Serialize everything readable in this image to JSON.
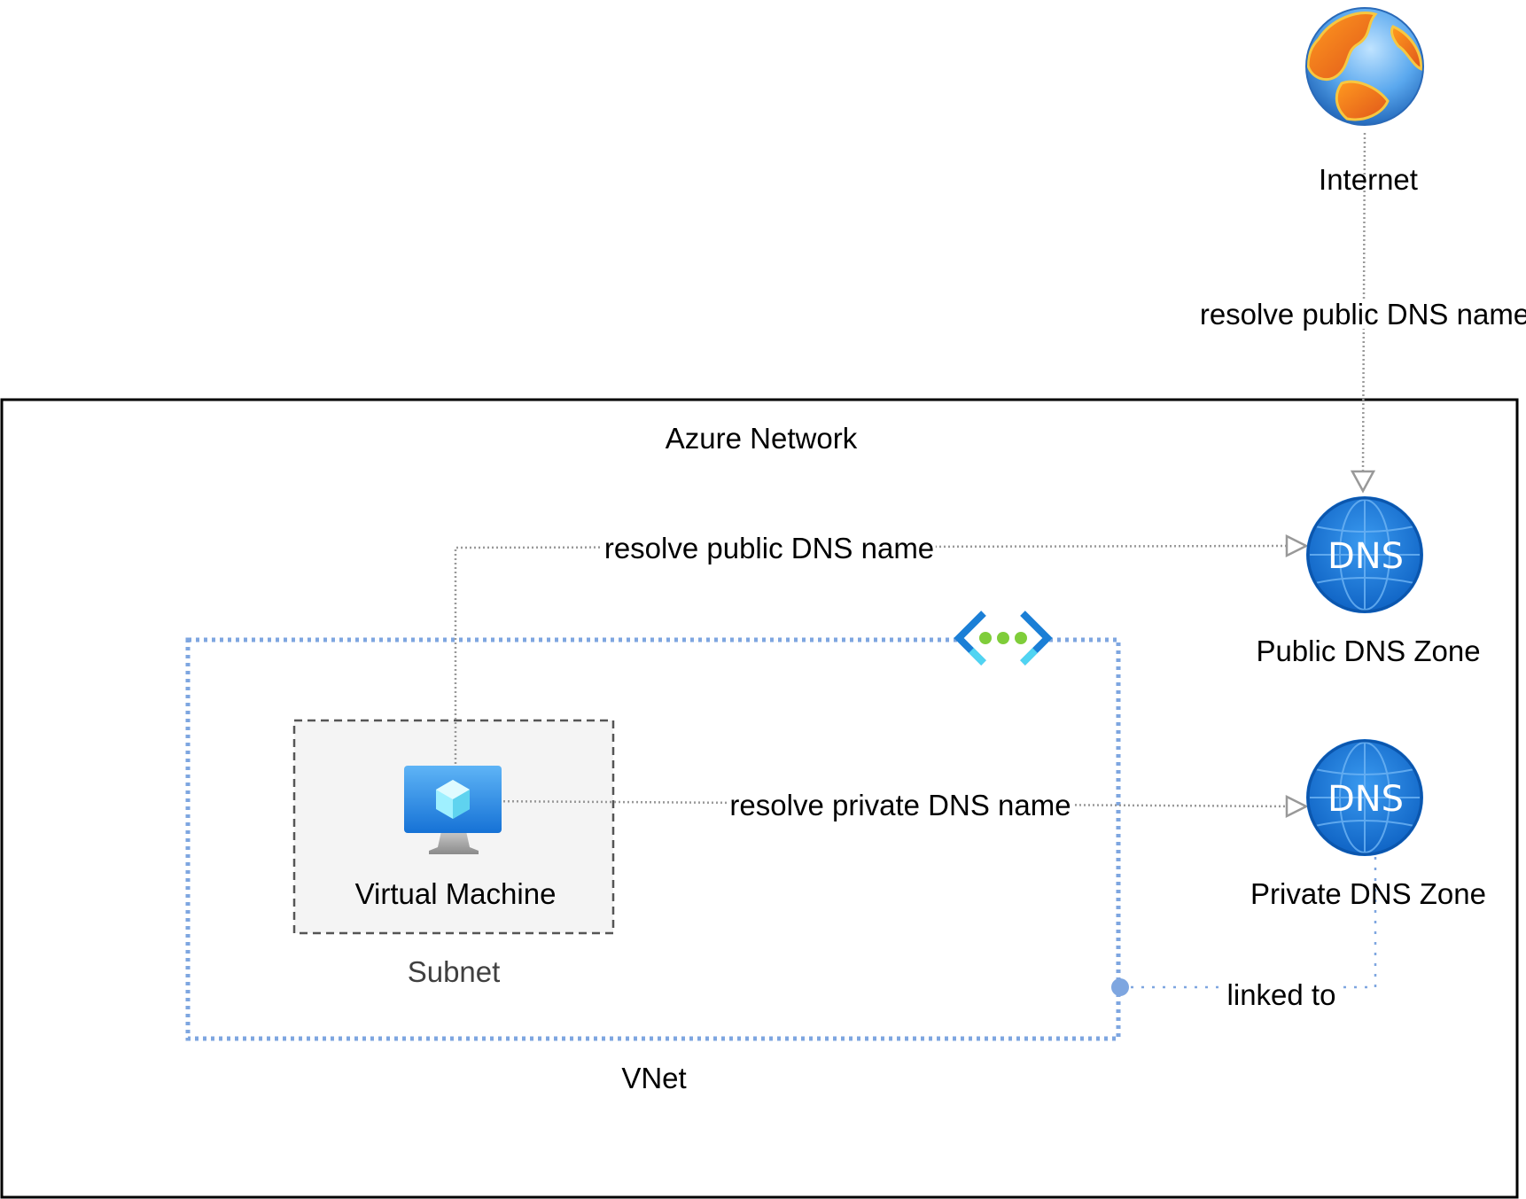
{
  "internet": {
    "label": "Internet"
  },
  "azure_network": {
    "label": "Azure Network"
  },
  "public_dns_zone": {
    "label": "Public DNS Zone",
    "icon": "dns-globe-icon",
    "icon_text": "DNS"
  },
  "private_dns_zone": {
    "label": "Private DNS Zone",
    "icon": "dns-globe-icon",
    "icon_text": "DNS"
  },
  "vnet": {
    "label": "VNet",
    "icon": "vnet-peering-icon"
  },
  "subnet": {
    "label": "Subnet"
  },
  "virtual_machine": {
    "label": "Virtual Machine",
    "icon": "virtual-machine-icon"
  },
  "edges": {
    "internet_to_public": "resolve public DNS name",
    "vm_to_public": "resolve public DNS name",
    "vm_to_private": "resolve private DNS name",
    "vnet_to_private": "linked to"
  },
  "colors": {
    "vnet_border": "#7ea6e0",
    "connector": "#999999",
    "dns_blue": "#1877d2",
    "vm_blue": "#2d8ee8",
    "subnet_fill": "#f4f4f4"
  }
}
